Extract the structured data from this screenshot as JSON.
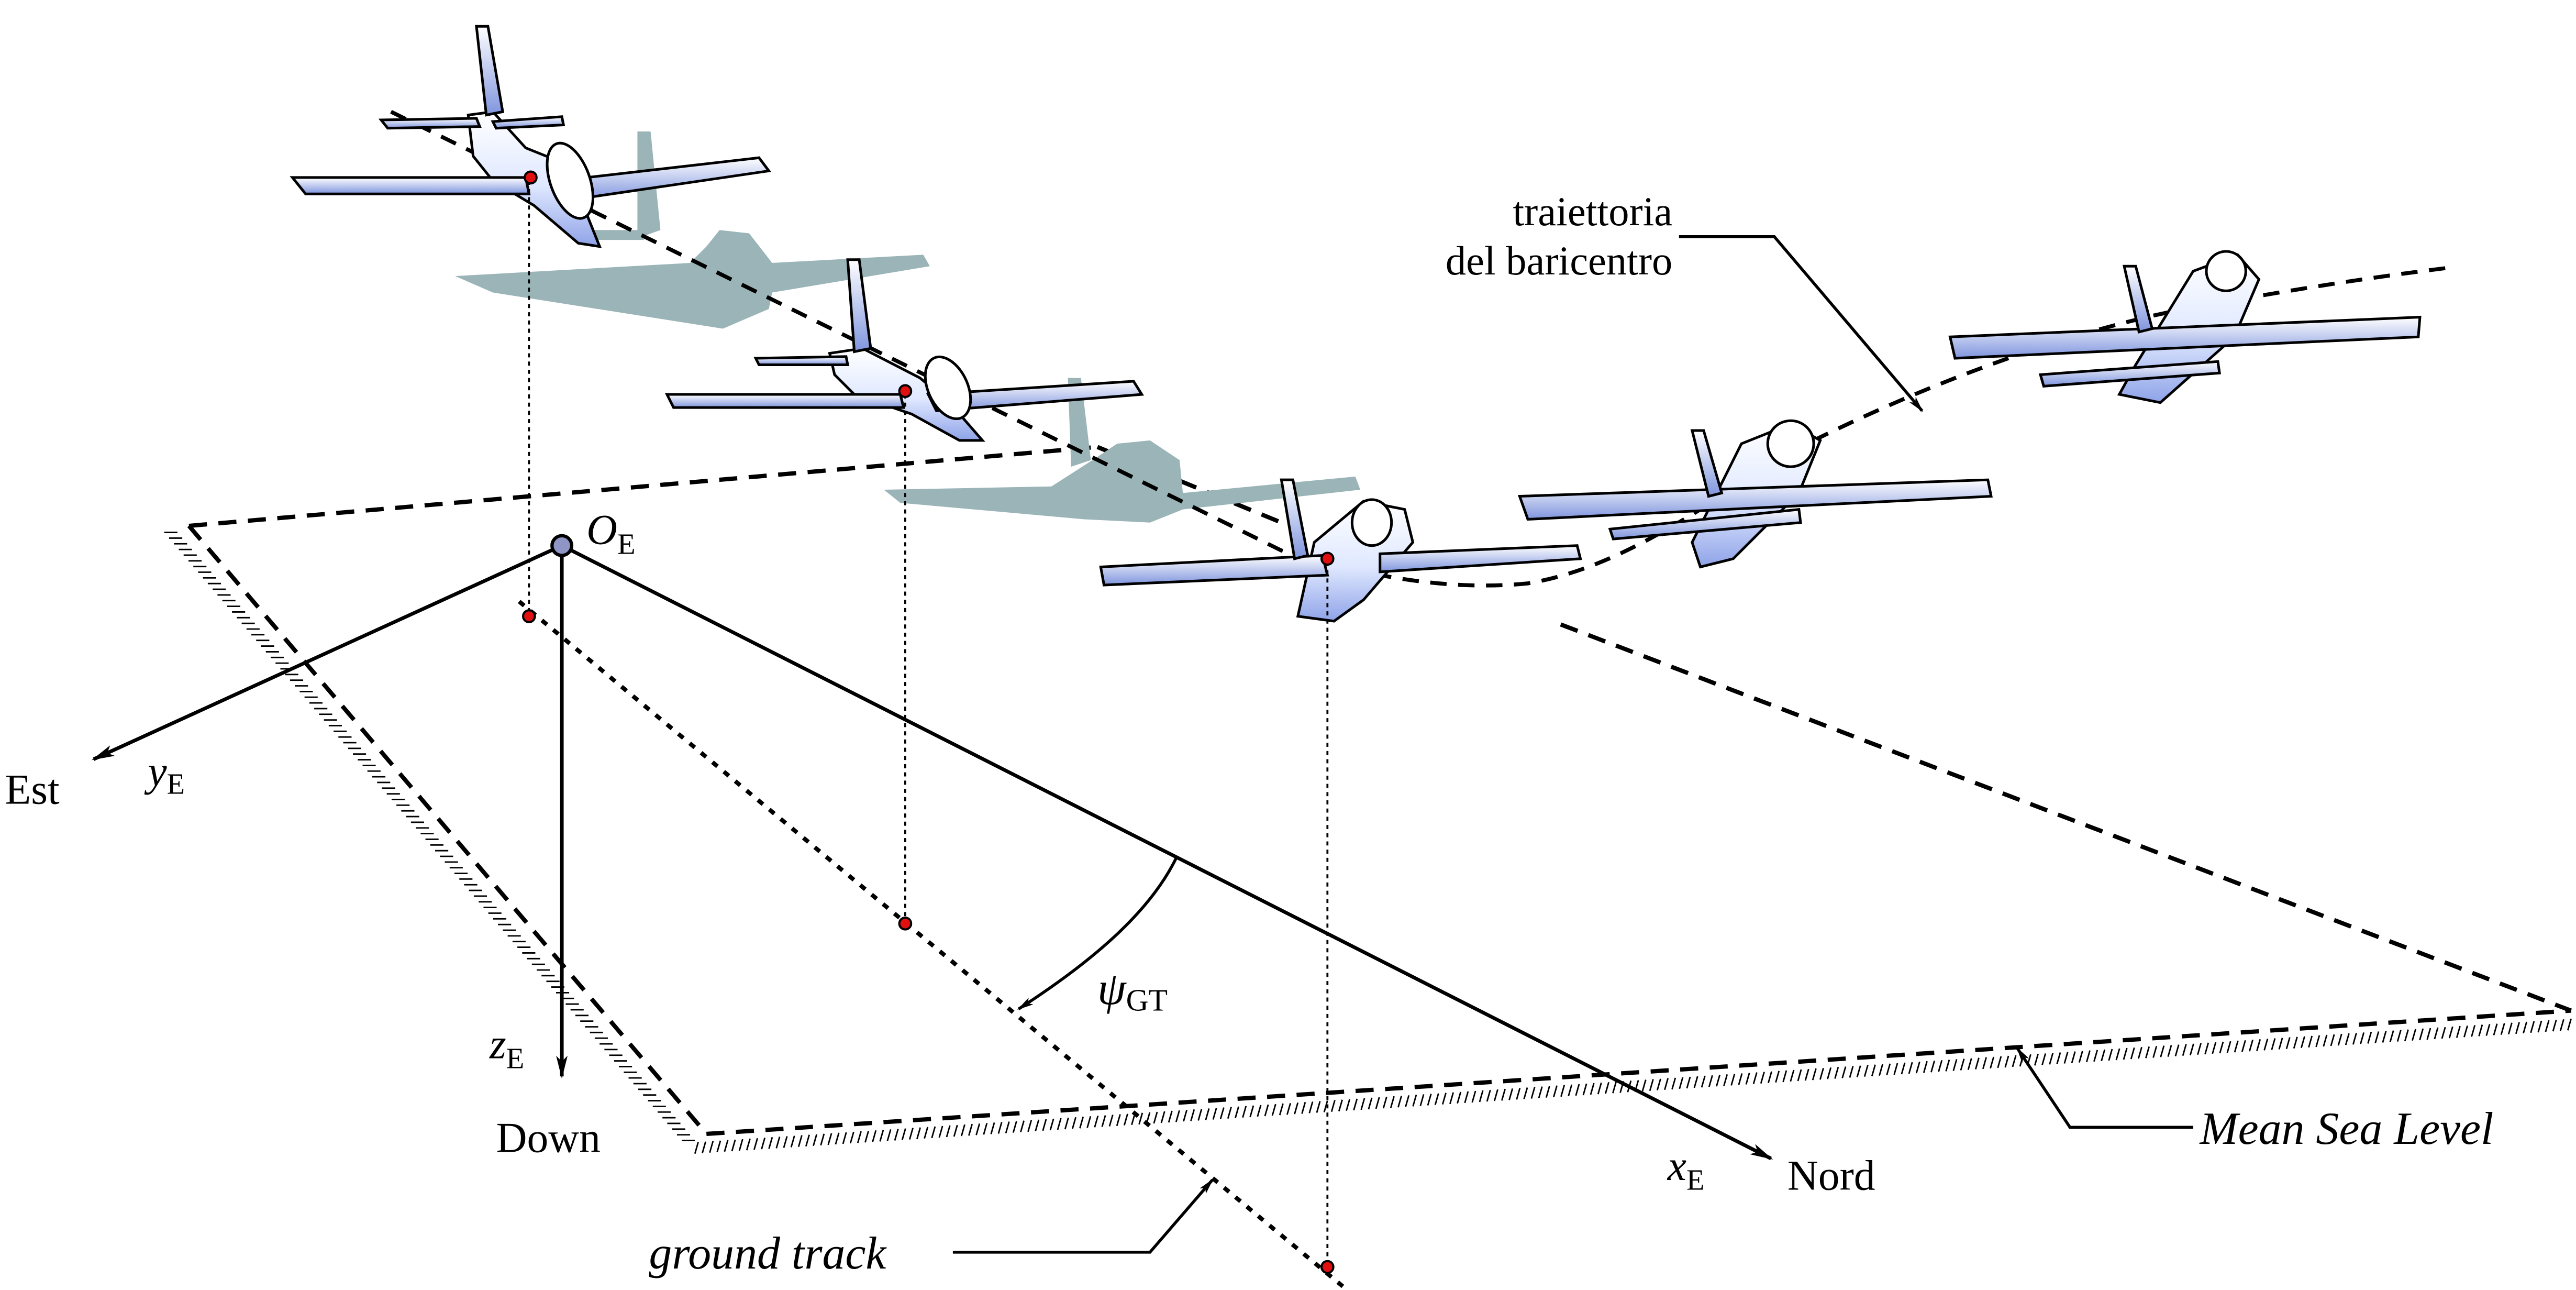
{
  "diagram": {
    "title": "Earth reference frame, aircraft trajectory and ground track",
    "labels": {
      "trajectory_line1": "traiettoria",
      "trajectory_line2": "del baricentro",
      "origin_main": "O",
      "origin_sub": "E",
      "y_axis_var": "y",
      "y_axis_sub": "E",
      "y_axis_dir": "Est",
      "z_axis_var": "z",
      "z_axis_sub": "E",
      "z_axis_dir": "Down",
      "x_axis_var": "x",
      "x_axis_sub": "E",
      "x_axis_dir": "Nord",
      "angle_var": "ψ",
      "angle_sub": "GT",
      "ground_track": "ground track",
      "mean_sea_level": "Mean Sea Level"
    },
    "colors": {
      "ink": "#000000",
      "origin_marker": "#8f96c6",
      "cg_marker": "#e01010",
      "aircraft_shadow": "#9bb4b8",
      "aircraft_light": "#f4f8ff",
      "aircraft_dark": "#8fa3e8"
    },
    "aircraft": [
      {
        "name": "aircraft-1",
        "attitude": "climbing, wings level",
        "has_shadow": true
      },
      {
        "name": "aircraft-2",
        "attitude": "descending, wings level",
        "has_shadow": true
      },
      {
        "name": "aircraft-3",
        "attitude": "pull-up, slight bank",
        "has_shadow": false
      },
      {
        "name": "aircraft-4",
        "attitude": "climbing, banked",
        "has_shadow": false
      },
      {
        "name": "aircraft-5",
        "attitude": "climbing, banked",
        "has_shadow": false
      }
    ]
  }
}
